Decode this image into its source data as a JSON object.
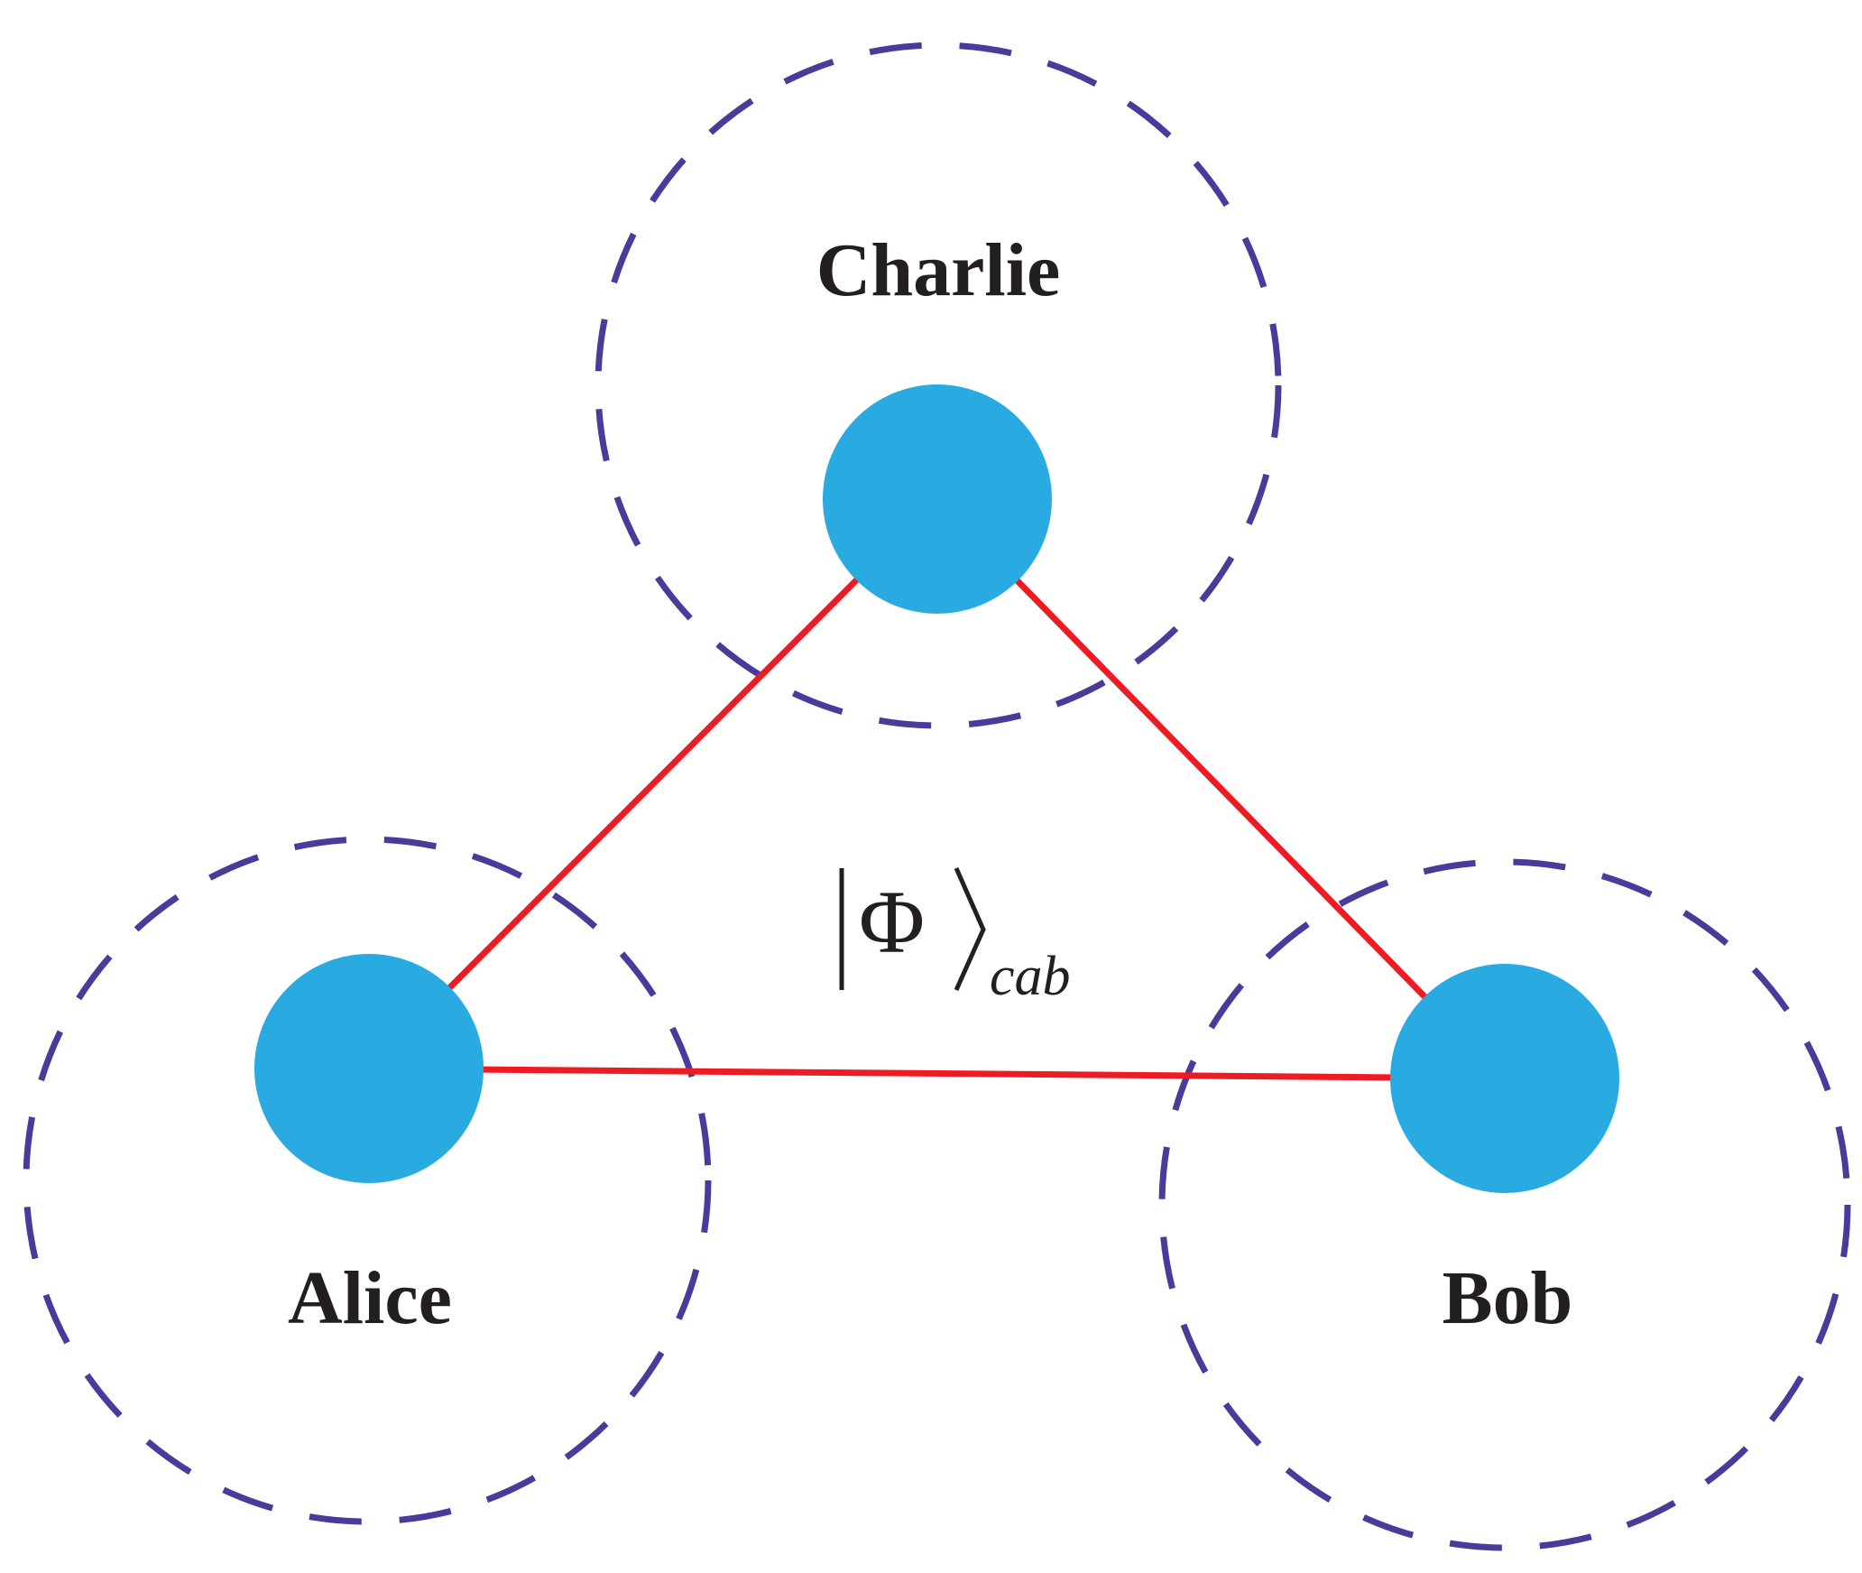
{
  "colors": {
    "node": "#29abe2",
    "link": "#ed1c24",
    "boundary": "#4b3a9a",
    "text": "#231f20"
  },
  "parties": {
    "charlie": "Charlie",
    "alice": "Alice",
    "bob": "Bob"
  },
  "state": {
    "symbol": "Φ",
    "subscript": "cab"
  }
}
